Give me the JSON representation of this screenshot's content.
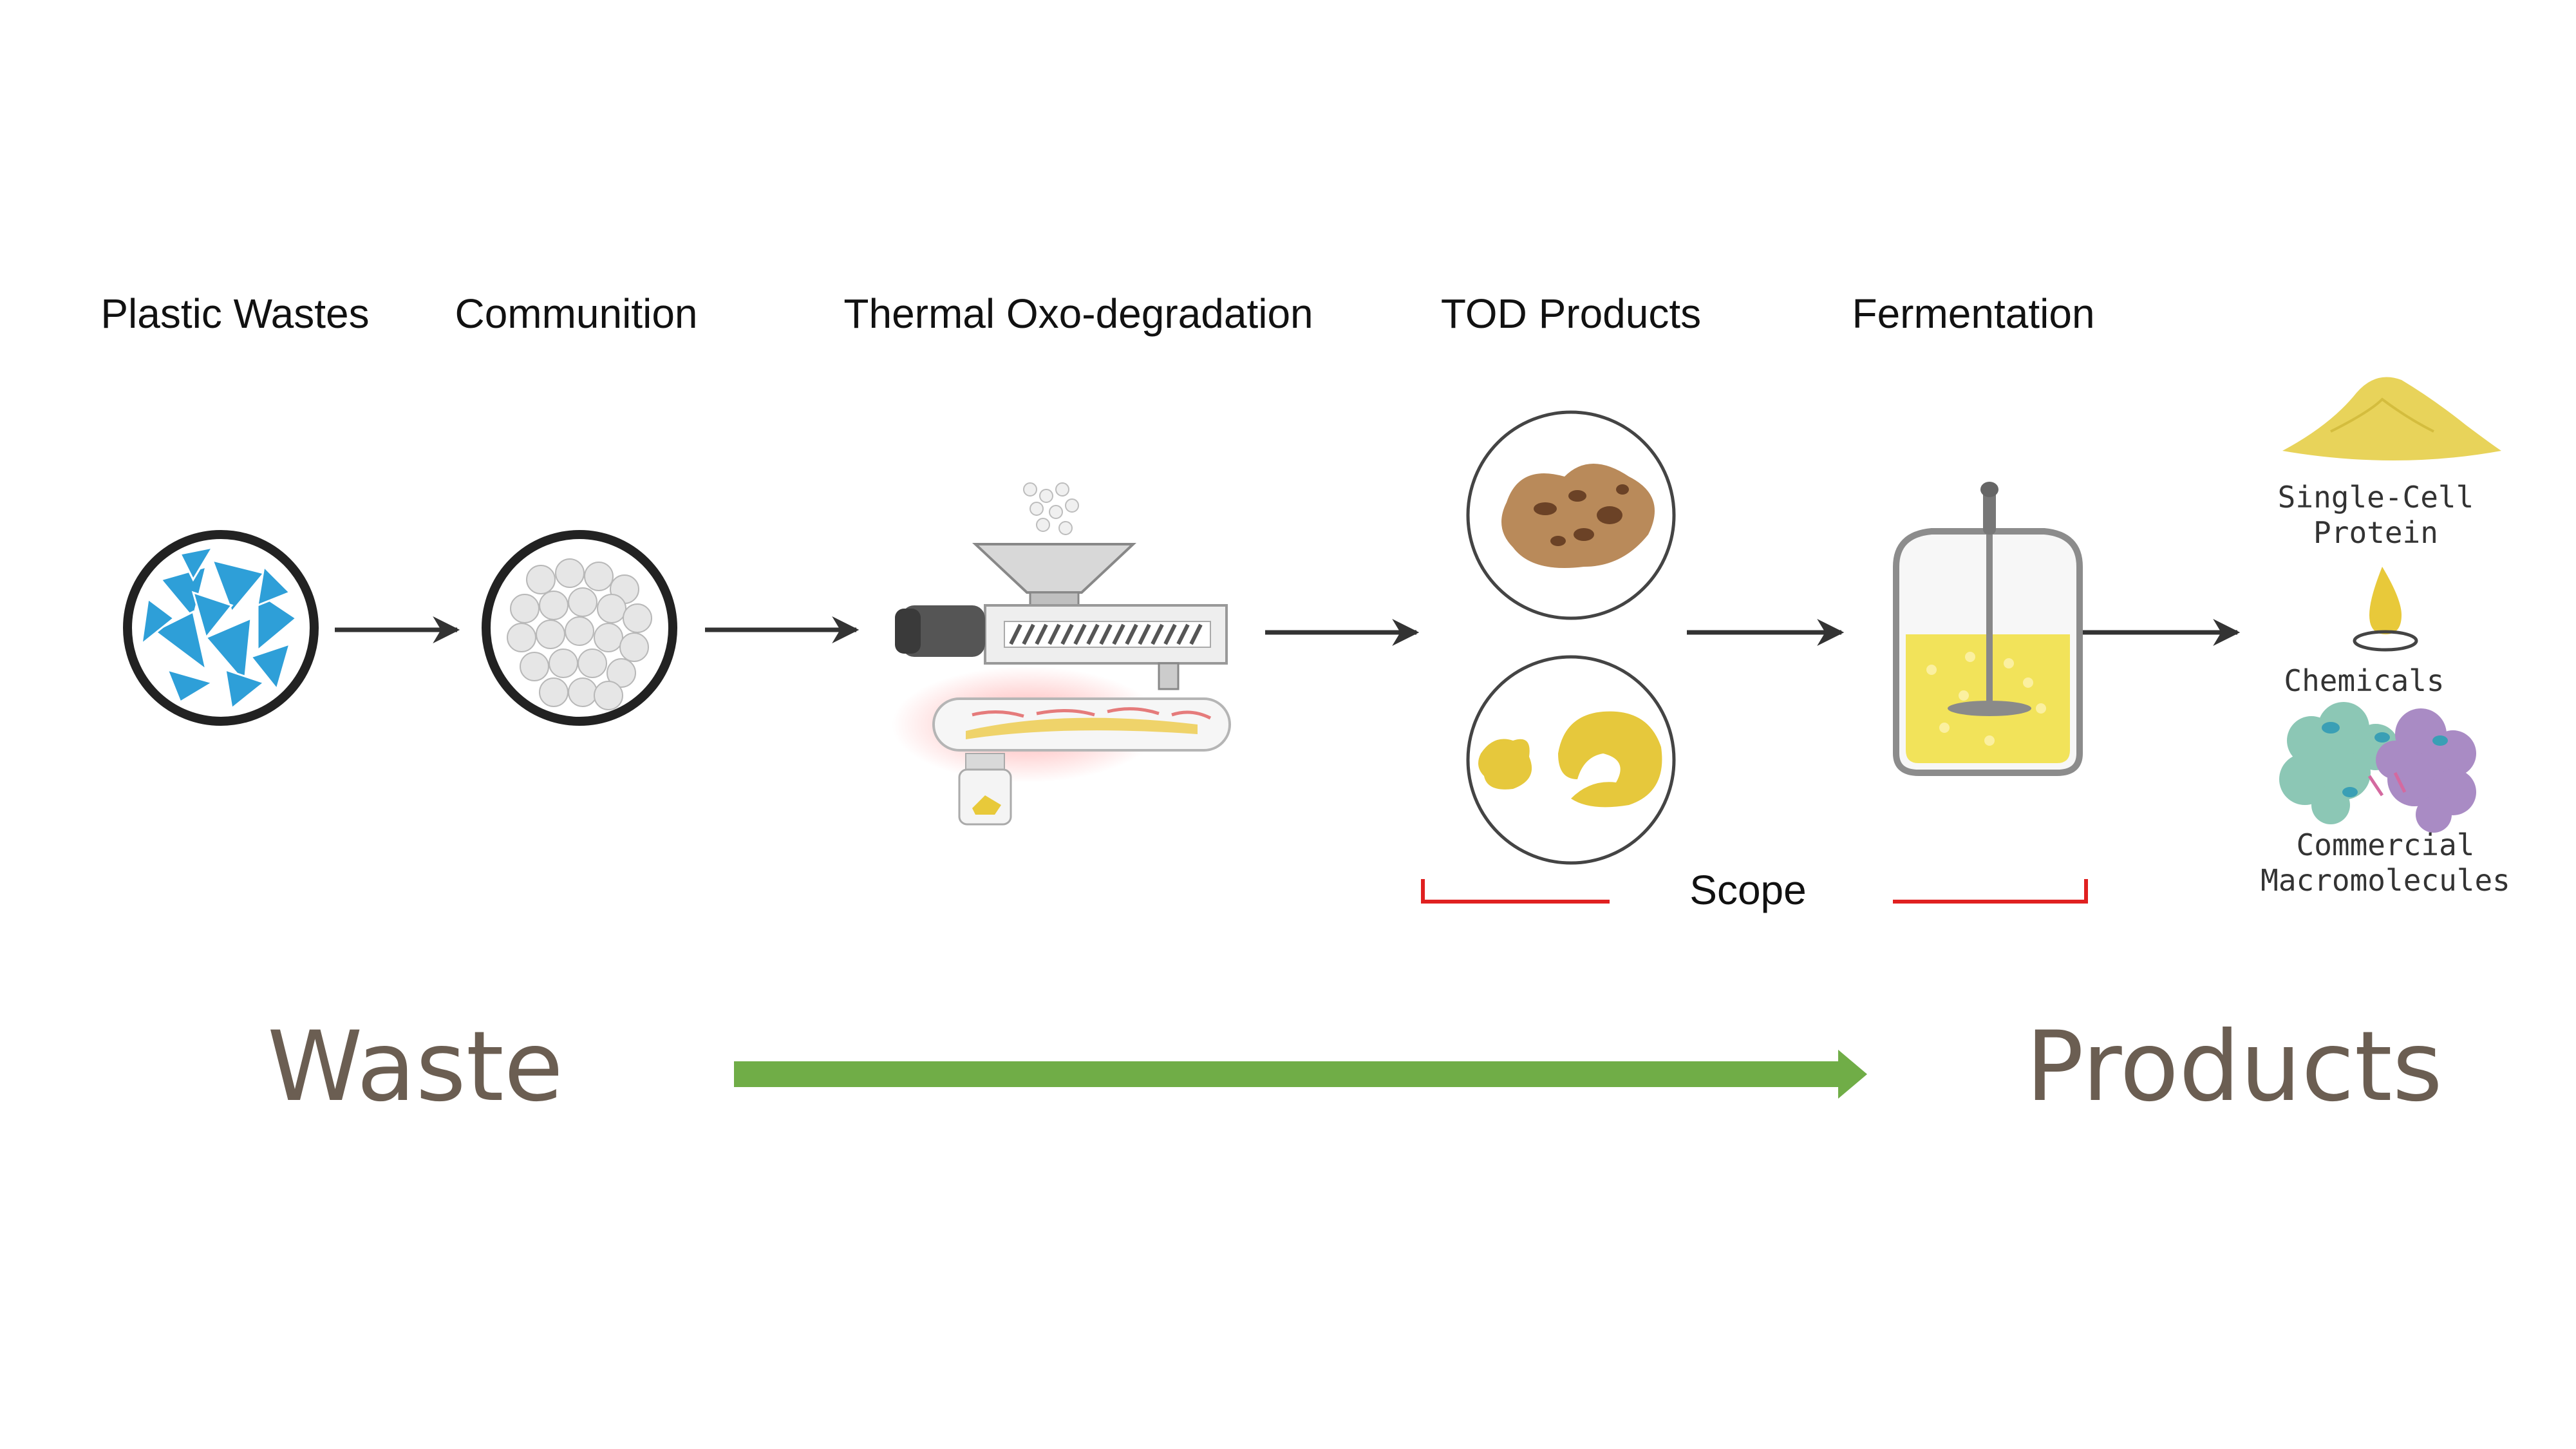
{
  "steps": [
    {
      "label": "Plastic Wastes"
    },
    {
      "label": "Communition"
    },
    {
      "label": "Thermal Oxo-degradation"
    },
    {
      "label": "TOD Products"
    },
    {
      "label": "Fermentation"
    }
  ],
  "products": [
    {
      "line1": "Single-Cell",
      "line2": "Protein",
      "icon": "protein-powder-icon"
    },
    {
      "line1": "Chemicals",
      "line2": "",
      "icon": "chemical-droplet-icon"
    },
    {
      "line1": "Commercial",
      "line2": "Macromolecules",
      "icon": "macromolecule-icon"
    }
  ],
  "scope_label": "Scope",
  "flow": {
    "start": "Waste",
    "end": "Products"
  },
  "colors": {
    "plastic": "#2e9fd8",
    "flow_arrow": "#70ad47",
    "scope_bracket": "#e02020",
    "big_text": "#6b5e52",
    "ferment_liquid": "#f2e35a",
    "product_yellow": "#e8d35a"
  }
}
